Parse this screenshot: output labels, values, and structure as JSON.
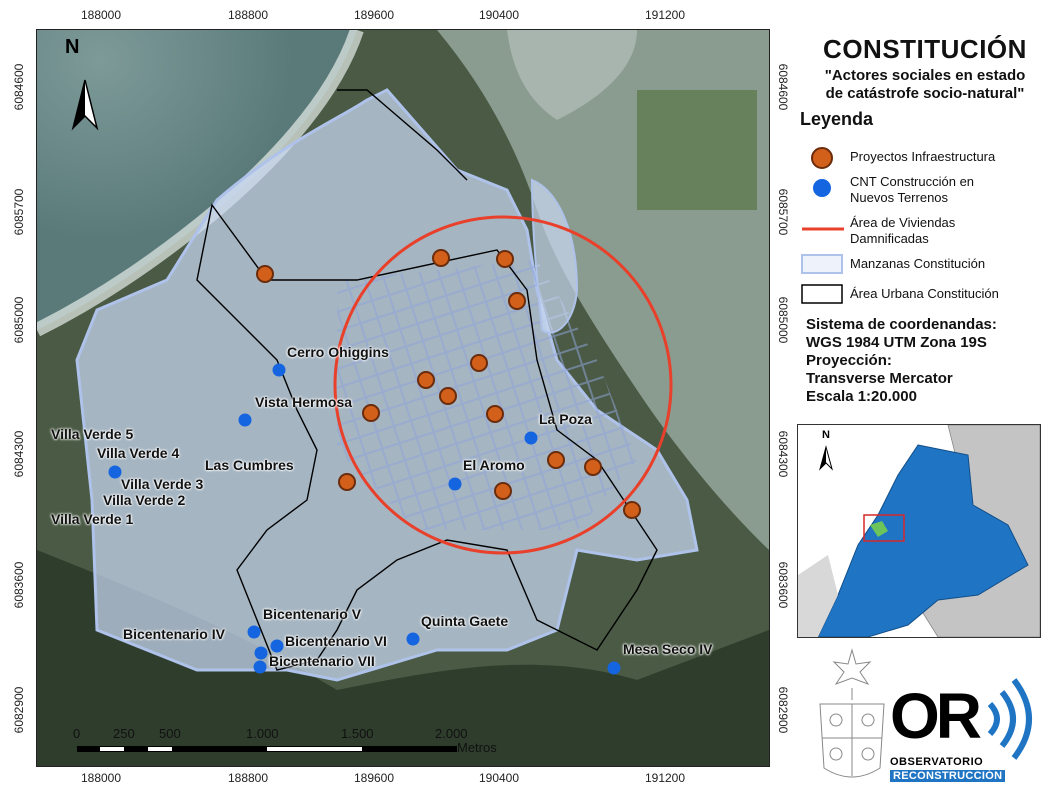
{
  "title": "CONSTITUCIÓN",
  "subtitle_line1": "\"Actores sociales en estado",
  "subtitle_line2": "de catástrofe socio-natural\"",
  "legend": {
    "heading": "Leyenda",
    "items": [
      {
        "label_line1": "Proyectos Infraestructura",
        "label_line2": "",
        "symbol": "orange-circle",
        "color": "#d2601a"
      },
      {
        "label_line1": "CNT Construcción en",
        "label_line2": "Nuevos Terrenos",
        "symbol": "blue-circle",
        "color": "#1565e0"
      },
      {
        "label_line1": "Área de Viviendas",
        "label_line2": "Damnificadas",
        "symbol": "red-line",
        "color": "#e8402a"
      },
      {
        "label_line1": "Manzanas Constitución",
        "label_line2": "",
        "symbol": "light-blue-box",
        "color": "#c9d8f2"
      },
      {
        "label_line1": "Área Urbana Constitución",
        "label_line2": "",
        "symbol": "black-box",
        "color": "#000000"
      }
    ]
  },
  "crs": {
    "line1": "Sistema de coordenandas:",
    "line2": "WGS 1984 UTM Zona 19S",
    "line3": "Proyección:",
    "line4": "Transverse Mercator",
    "line5": "Escala 1:20.000"
  },
  "axes": {
    "x_ticks": [
      "188000",
      "188800",
      "189600",
      "190400",
      "191200"
    ],
    "y_ticks": [
      "6084600",
      "6085700",
      "6085000",
      "6084300",
      "6083600",
      "6082900"
    ]
  },
  "north_label": "N",
  "inset_north_label": "N",
  "scale_bar": {
    "labels": [
      "0",
      "250",
      "500",
      "1.000",
      "1.500",
      "2.000"
    ],
    "unit": "Metros"
  },
  "places": [
    "Cerro Ohiggins",
    "Vista Hermosa",
    "La Poza",
    "El Aromo",
    "Villa Verde 5",
    "Villa Verde 4",
    "Las Cumbres",
    "Villa Verde 3",
    "Villa Verde 2",
    "Villa Verde 1",
    "Bicentenario  V",
    "Bicentenario  IV",
    "Bicentenario  VI",
    "Bicentenario  VII",
    "Quinta Gaete",
    "Mesa Seco IV"
  ],
  "logo_text": {
    "big": "OR",
    "line1": "OBSERVATORIO",
    "line2": "RECONSTRUCCIÓN"
  },
  "colors": {
    "infra": "#d2601a",
    "cnt": "#1565e0",
    "damage_circle": "#e8402a",
    "blocks": "#c9d8f2",
    "urban_boundary": "#000000",
    "sea": "#5f7f7f",
    "inset_region": "#1f75c4"
  }
}
